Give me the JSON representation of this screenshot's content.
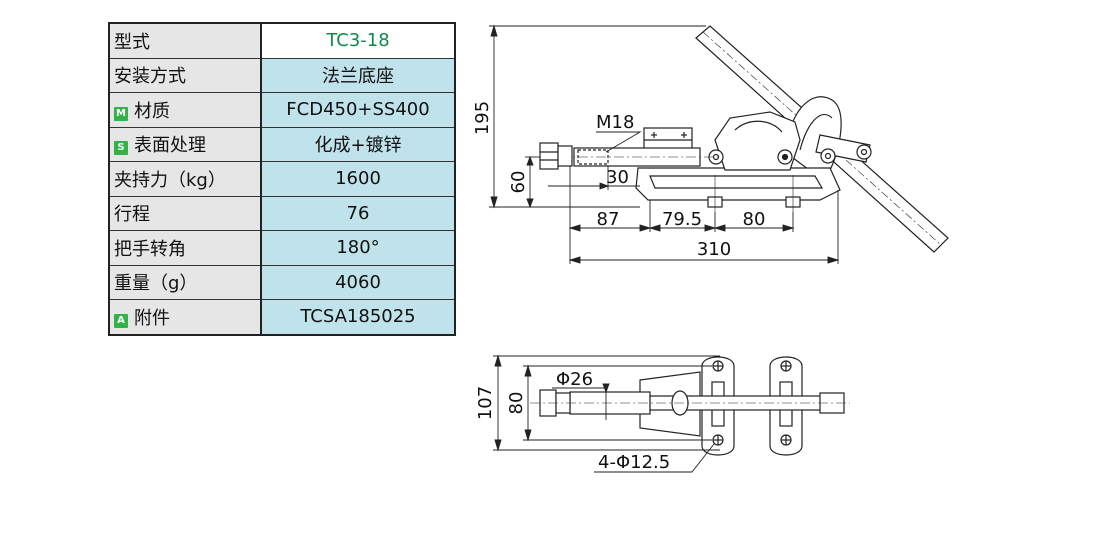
{
  "spec": {
    "rows": [
      {
        "label": "型式",
        "value": "TC3-18",
        "badge": null
      },
      {
        "label": "安装方式",
        "value": "法兰底座",
        "badge": null
      },
      {
        "label": "材质",
        "value": "FCD450+SS400",
        "badge": "M"
      },
      {
        "label": "表面处理",
        "value": "化成+镀锌",
        "badge": "S"
      },
      {
        "label": "夹持力（kg）",
        "value": "1600",
        "badge": null
      },
      {
        "label": "行程",
        "value": "76",
        "badge": null
      },
      {
        "label": "把手转角",
        "value": "180°",
        "badge": null
      },
      {
        "label": "重量（g）",
        "value": "4060",
        "badge": null
      },
      {
        "label": "附件",
        "value": "TCSA185025",
        "badge": "A"
      }
    ],
    "colors": {
      "label_bg": "#e6e6e6",
      "value_bg": "#c0e2ea",
      "model_text": "#0f8a4a",
      "badge": "#33b24a"
    }
  },
  "drawing": {
    "side_view": {
      "dim_height_total": "195",
      "dim_height_base": "60",
      "thread": "M18",
      "dim_thread_len": "30",
      "dim_seg1": "87",
      "dim_seg2": "79.5",
      "dim_seg3": "80",
      "dim_total": "310"
    },
    "top_view": {
      "dim_width_total": "107",
      "dim_width_holes": "80",
      "dim_rod_dia": "Φ26",
      "hole_callout": "4-Φ12.5"
    }
  }
}
